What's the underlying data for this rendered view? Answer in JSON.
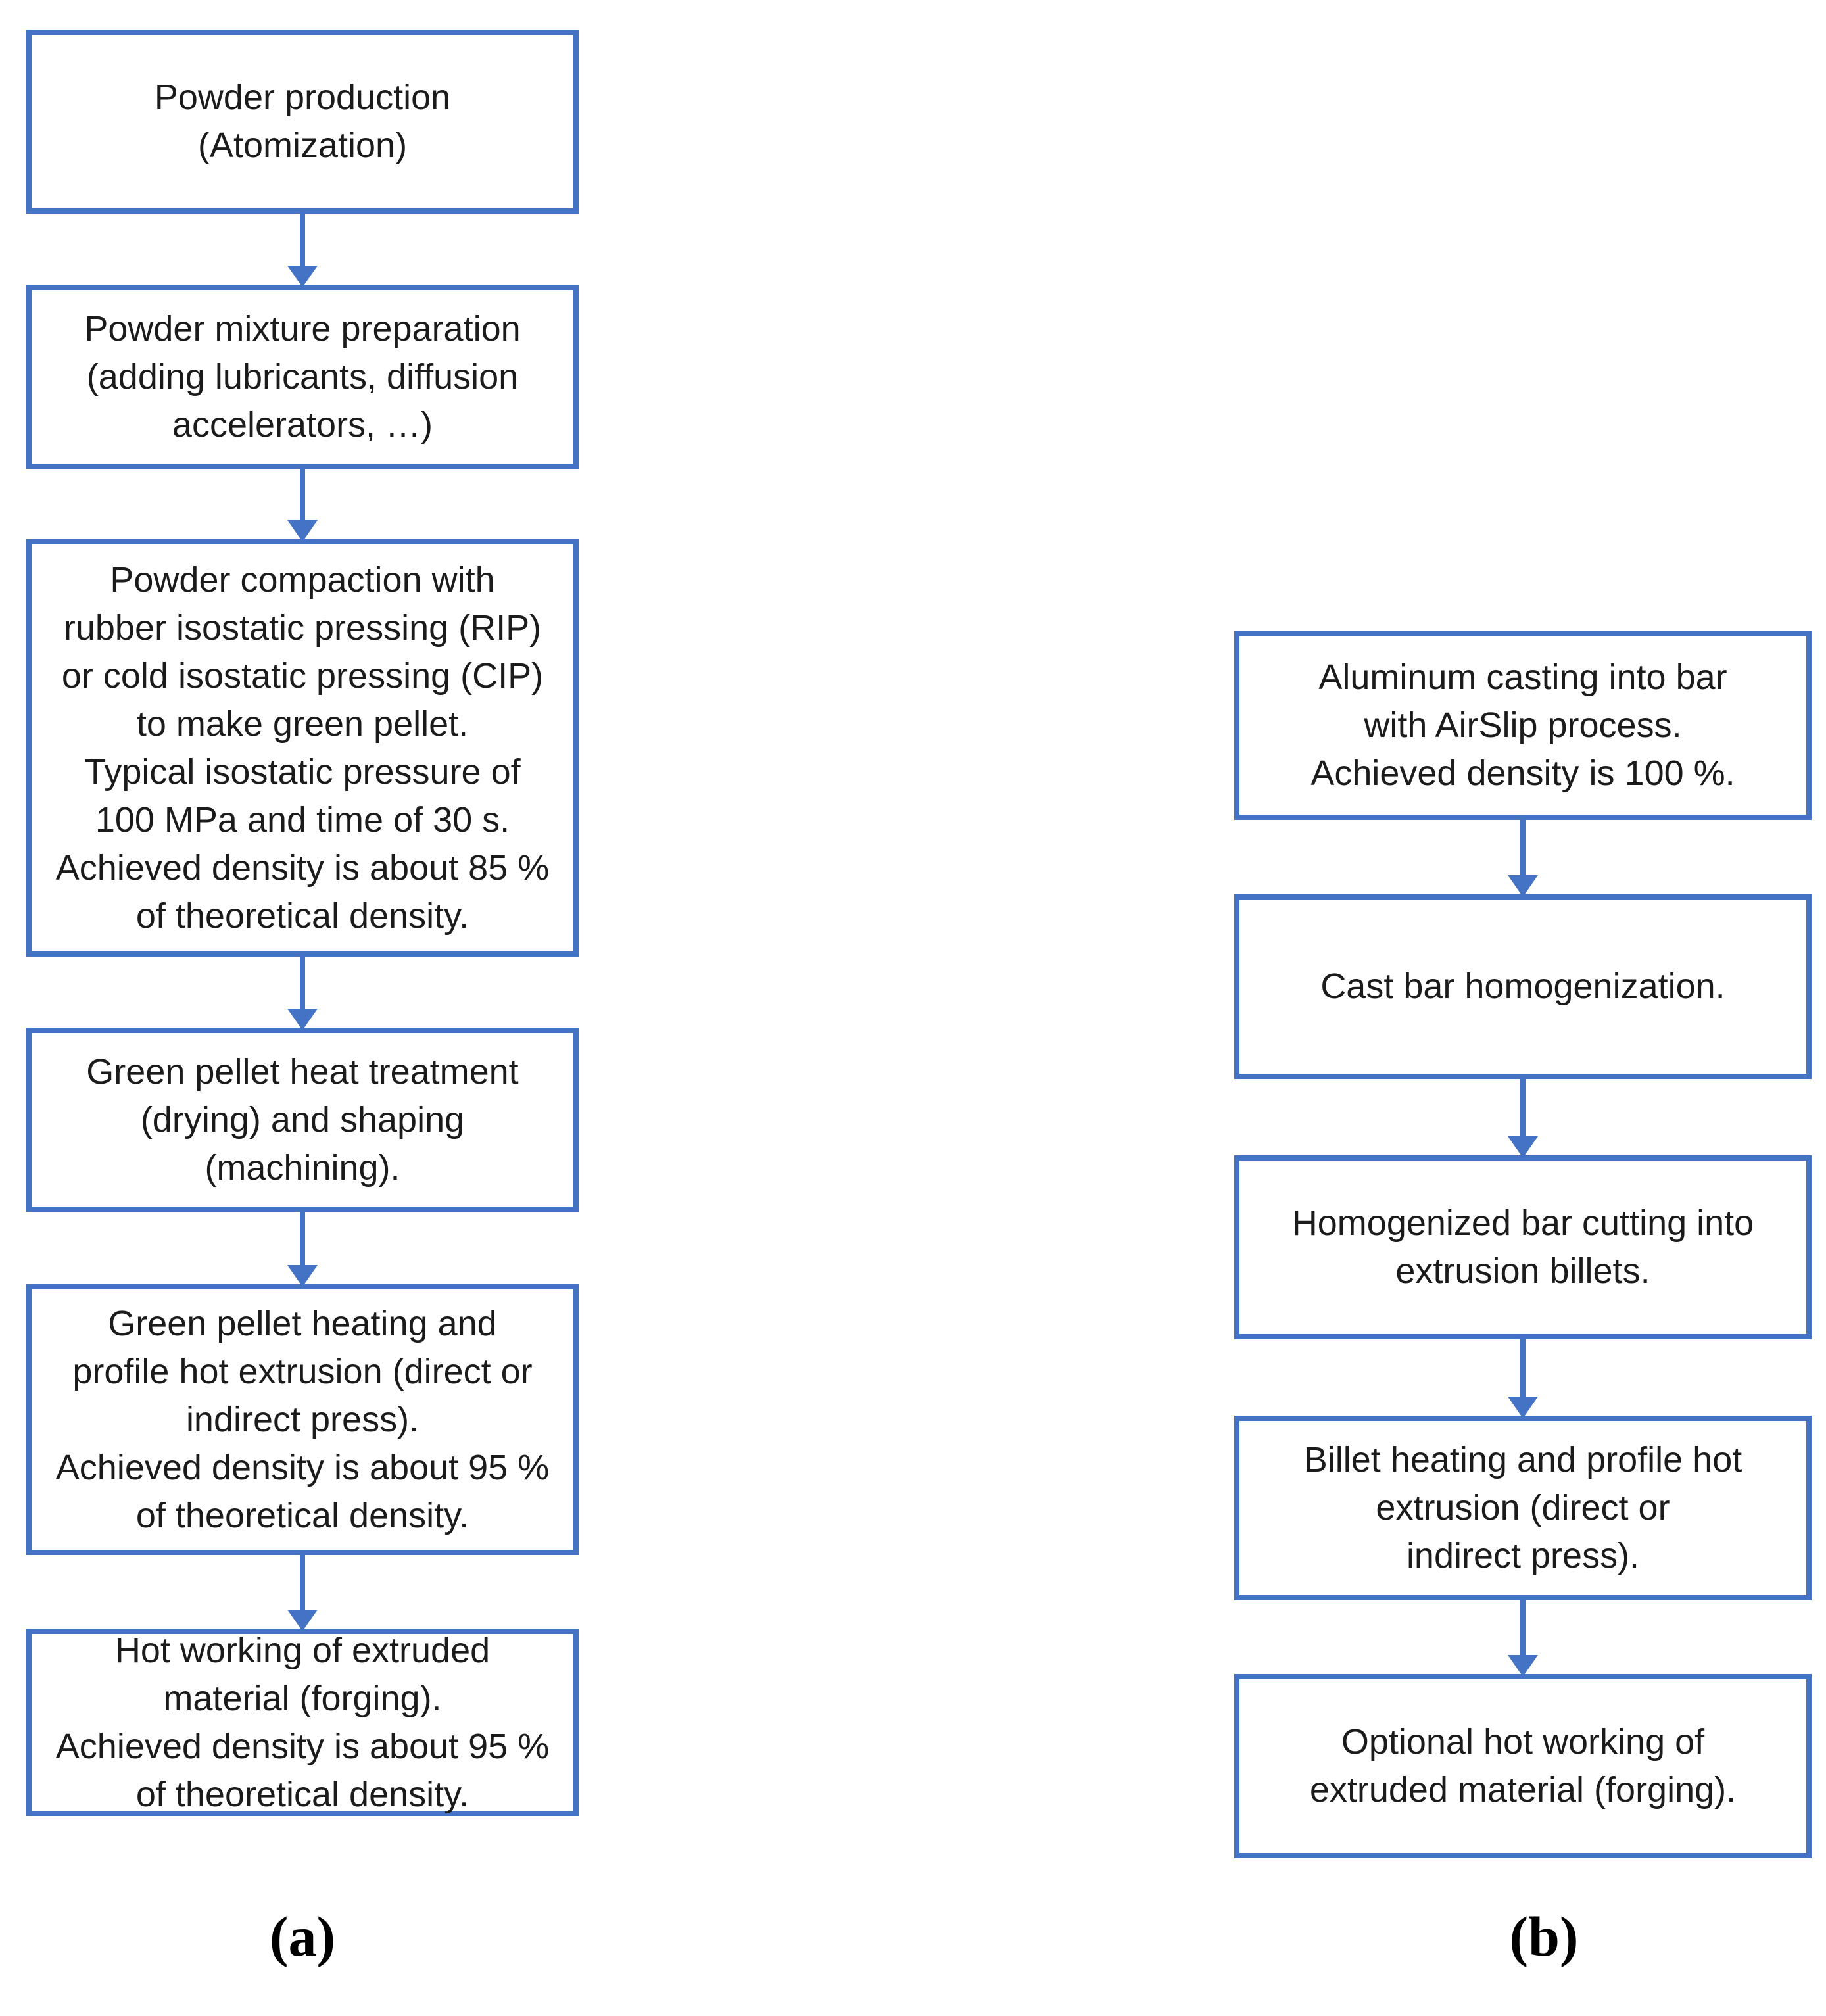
{
  "colors": {
    "accent": "#4472C4",
    "text": "#1b1b1b",
    "background": "#ffffff"
  },
  "diagram": {
    "left": {
      "label": "(a)",
      "boxes": [
        {
          "text": "Powder production\n(Atomization)"
        },
        {
          "text": "Powder mixture preparation\n(adding lubricants, diffusion\naccelerators, …)"
        },
        {
          "text": "Powder compaction with\nrubber isostatic pressing (RIP)\nor cold isostatic pressing (CIP)\nto make green pellet.\nTypical isostatic pressure of\n100 MPa and time of 30 s.\nAchieved density is about 85 %\nof theoretical density."
        },
        {
          "text": "Green pellet heat treatment\n(drying) and shaping\n(machining)."
        },
        {
          "text": "Green pellet heating and\nprofile hot extrusion (direct or\nindirect press).\nAchieved density is about 95 %\nof theoretical density."
        },
        {
          "text": "Hot working of extruded\nmaterial (forging).\nAchieved density is about 95 %\nof theoretical density."
        }
      ]
    },
    "right": {
      "label": "(b)",
      "boxes": [
        {
          "text": "Aluminum casting into bar\nwith AirSlip process.\nAchieved density is 100 %."
        },
        {
          "text": "Cast bar homogenization."
        },
        {
          "text": "Homogenized bar cutting into\nextrusion billets."
        },
        {
          "text": "Billet heating and profile hot\nextrusion (direct or\nindirect press)."
        },
        {
          "text": "Optional hot working of\nextruded material (forging)."
        }
      ]
    }
  }
}
